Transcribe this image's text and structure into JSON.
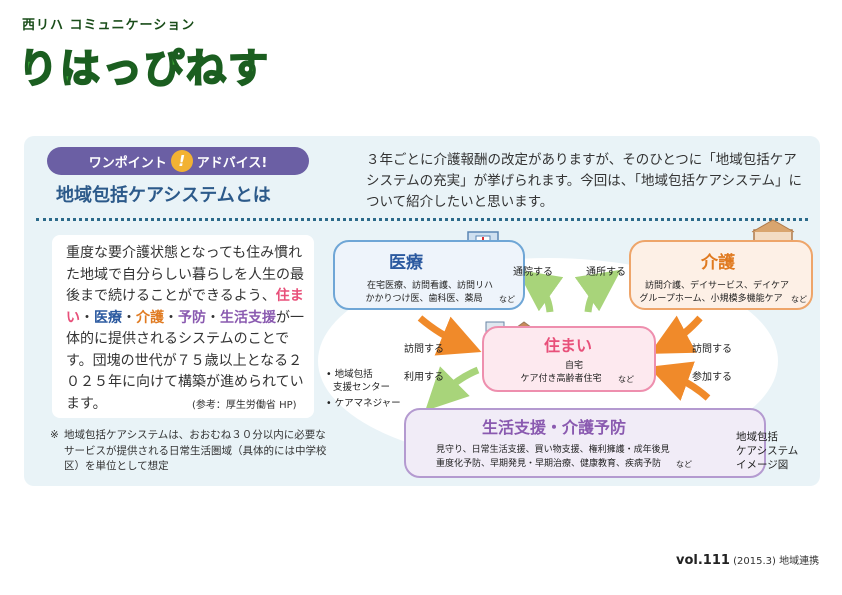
{
  "header": {
    "publisher": "西リハ コミュニケーション",
    "logo": "りはっぴねす"
  },
  "article": {
    "badge_left": "ワンポイント",
    "badge_mark": "!",
    "badge_right": "アドバイス!",
    "heading": "地域包括ケアシステムとは",
    "intro": "３年ごとに介護報酬の改定がありますが、そのひとつに「地域包括ケアシステムの充実」が挙げられます。今回は、「地域包括ケアシステム」について紹介したいと思います。",
    "body_1": "重度な要介護状態となっても住み慣れた地域で自分らしい暮らしを人生の最後まで続けることができるよう、",
    "kw_sumai": "住まい",
    "sep_1": "・",
    "kw_iryo": "医療",
    "sep_2": "・",
    "kw_kaigo": "介護",
    "sep_3": "・",
    "kw_yobo": "予防",
    "sep_4": "・",
    "kw_seikatsu": "生活支援",
    "body_2": "が一体的に提供されるシステムのことです。団塊の世代が７５歳以上となる２０２５年に向けて構築が進められています。",
    "reference": "(参考：厚生労働省 HP)",
    "note_mark": "※",
    "note": "地域包括ケアシステムは、おおむね３０分以内に必要なサービスが提供される日常生活圏域（具体的には中学校区）を単位として想定"
  },
  "diagram": {
    "iryo": {
      "title": "医療",
      "sub1": "在宅医療、訪問看護、訪問リハ",
      "sub2": "かかりつけ医、歯科医、薬局",
      "etc": "など"
    },
    "kaigo": {
      "title": "介護",
      "sub1": "訪問介護、デイサービス、デイケア",
      "sub2": "グループホーム、小規模多機能ケア",
      "etc": "など"
    },
    "sumai": {
      "title": "住まい",
      "sub1": "自宅",
      "sub2": "ケア付き高齢者住宅",
      "etc": "など"
    },
    "seikatsu": {
      "title": "生活支援・介護予防",
      "sub1": "見守り、日常生活支援、買い物支援、権利擁護・成年後見",
      "sub2": "重度化予防、早期発見・早期治療、健康教育、疾病予防",
      "etc": "など"
    },
    "arrows": {
      "tsuin": "通院する",
      "tsusho": "通所する",
      "homon_left": "訪問する",
      "homon_right": "訪問する",
      "riyo": "利用する",
      "sanka": "参加する"
    },
    "side_center_1": "地域包括",
    "side_center_2": "支援センター",
    "side_care": "ケアマネジャー",
    "caption_1": "地域包括",
    "caption_2": "ケアシステム",
    "caption_3": "イメージ図"
  },
  "footer": {
    "vol": "vol.111",
    "date": "(2015.3)",
    "section": "地域連携"
  },
  "colors": {
    "panel": "#e9f3f7",
    "badge": "#6b5fa4",
    "heading": "#2c5a8a",
    "iryo": "#2c5aa0",
    "kaigo": "#e07a20",
    "sumai": "#e8507a",
    "seikatsu": "#8a5ab0",
    "arrow_green": "#a8d47a",
    "arrow_orange": "#f08a2a"
  }
}
